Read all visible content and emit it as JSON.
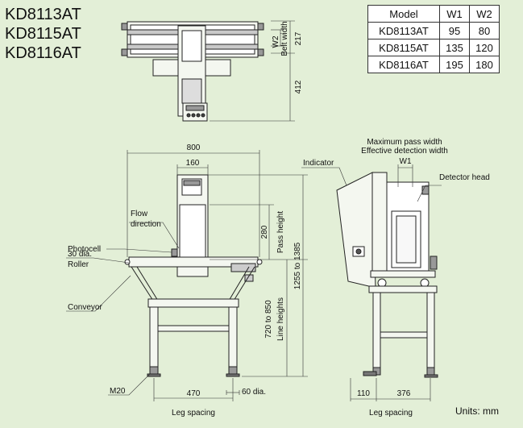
{
  "models": [
    "KD8113AT",
    "KD8115AT",
    "KD8116AT"
  ],
  "table": {
    "headers": [
      "Model",
      "W1",
      "W2"
    ],
    "rows": [
      [
        "KD8113AT",
        "95",
        "80"
      ],
      [
        "KD8115AT",
        "135",
        "120"
      ],
      [
        "KD8116AT",
        "195",
        "180"
      ]
    ]
  },
  "top_view": {
    "w2": "W2",
    "belt_width": "Belt width",
    "d217": "217",
    "d412": "412"
  },
  "front_view": {
    "d800": "800",
    "d160": "160",
    "photocell": "Photocell",
    "flow": "Flow",
    "direction": "direction",
    "dia30": "30 dia.",
    "roller": "Roller",
    "conveyor": "Conveyor",
    "d280": "280",
    "pass_height": "Pass height",
    "d1255": "1255 to 1385",
    "d720": "720 to 850",
    "line_heights": "Line heights",
    "m20": "M20",
    "d470": "470",
    "dia60": "60 dia.",
    "leg_spacing": "Leg spacing"
  },
  "side_view": {
    "max_pass": "Maximum pass width",
    "eff_det": "Effective detection width",
    "w1": "W1",
    "indicator": "Indicator",
    "detector_head": "Detector head",
    "d110": "110",
    "d376": "376",
    "leg_spacing": "Leg spacing"
  },
  "units": "Units: mm"
}
